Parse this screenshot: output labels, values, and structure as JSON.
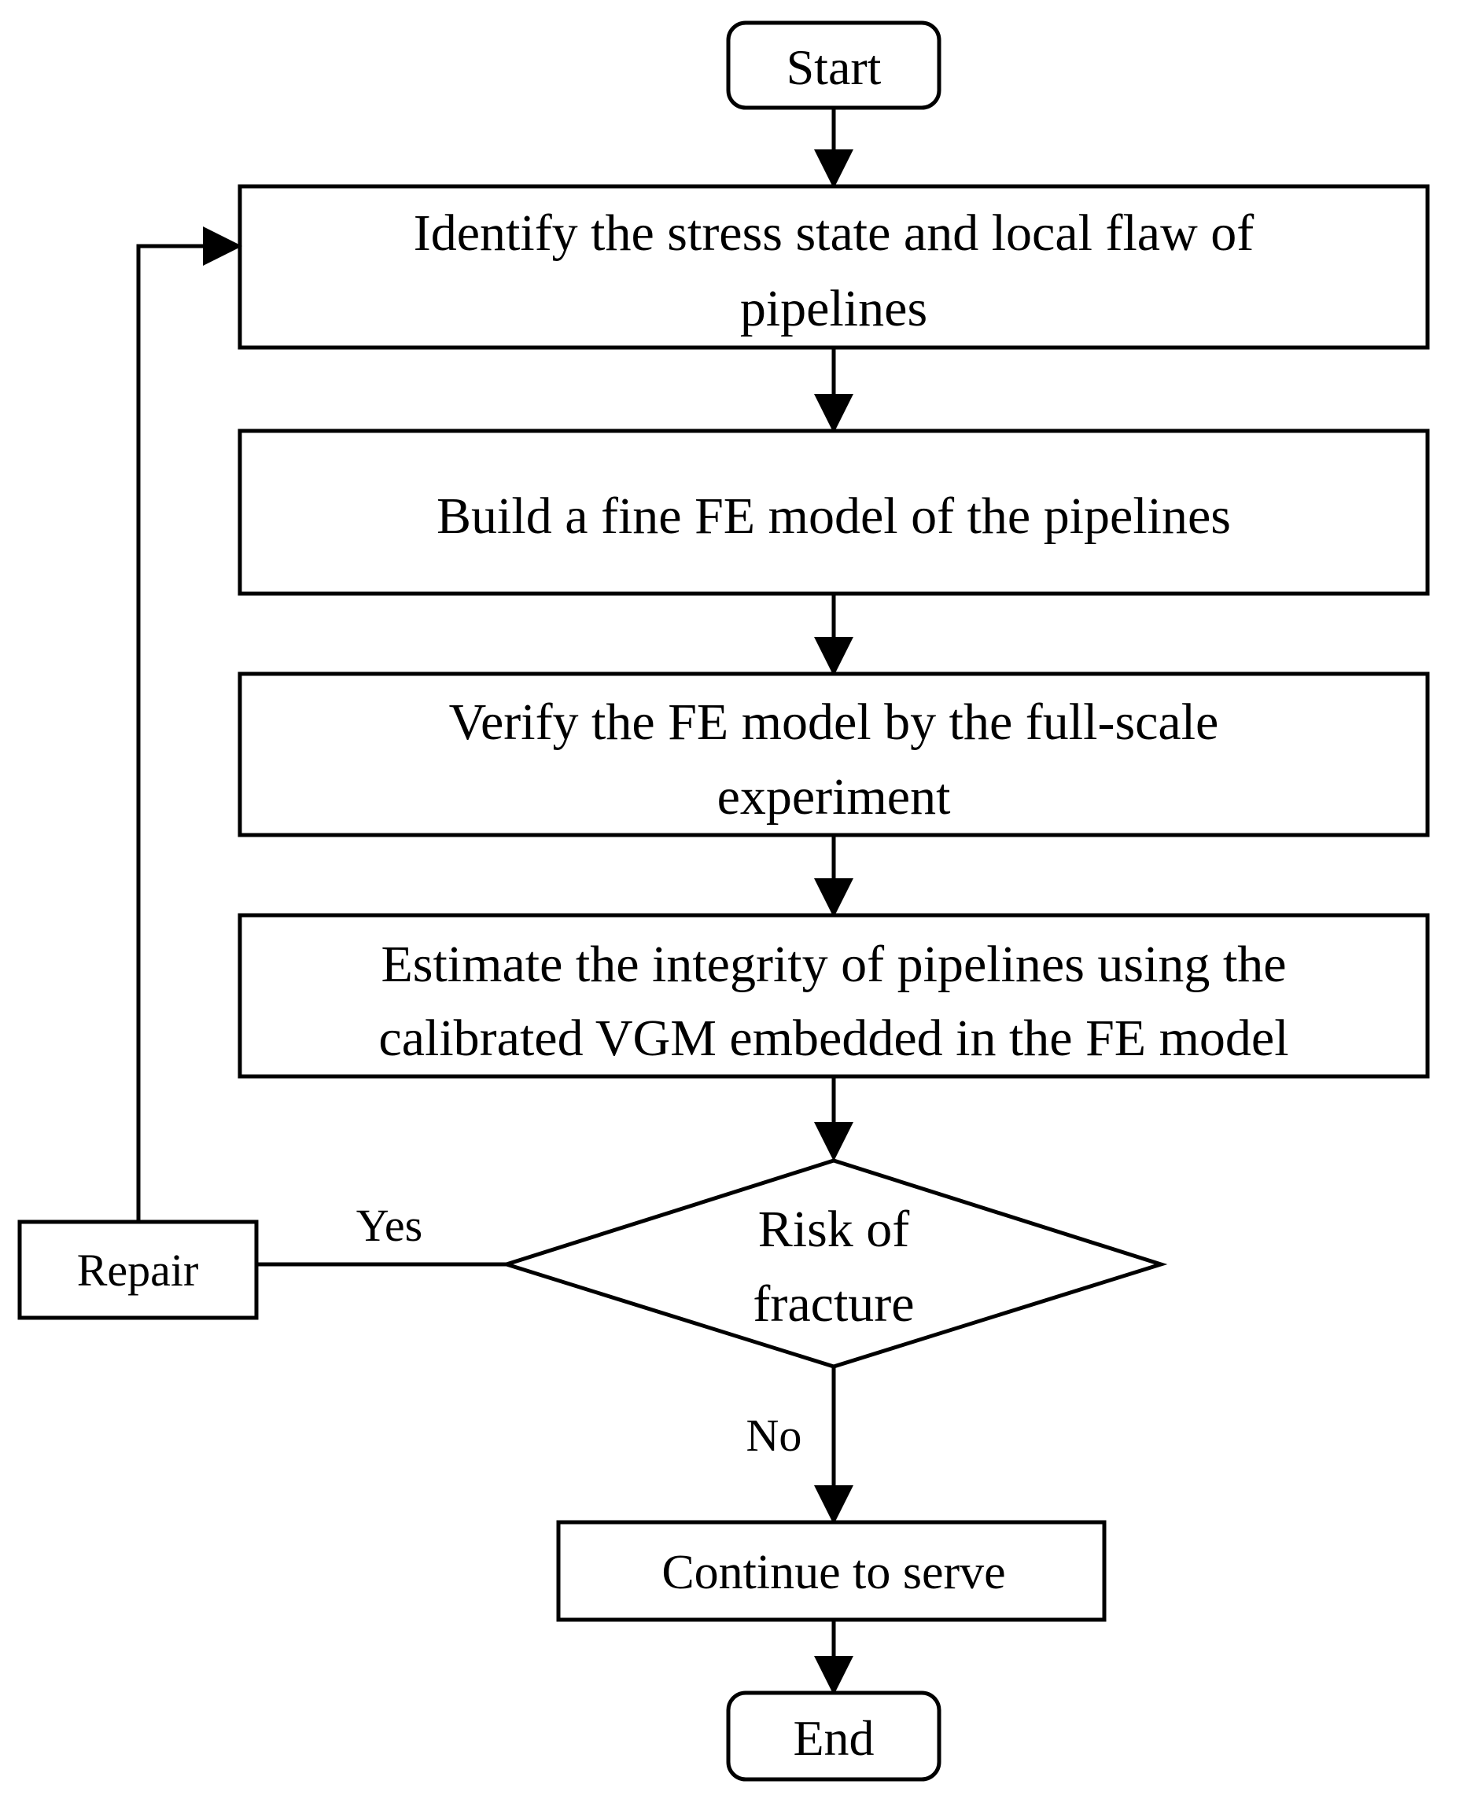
{
  "flowchart": {
    "start": "Start",
    "steps": [
      {
        "line1": "Identify the stress state and local flaw of",
        "line2": "pipelines"
      },
      {
        "line1": "Build a fine FE model of the pipelines"
      },
      {
        "line1": "Verify the FE model by the full-scale",
        "line2": "experiment"
      },
      {
        "line1": "Estimate  the integrity of pipelines using the",
        "line2": "calibrated VGM embedded in the FE model"
      }
    ],
    "decision": {
      "line1": "Risk of",
      "line2": "fracture"
    },
    "yes_label": "Yes",
    "no_label": "No",
    "repair": "Repair",
    "continue": "Continue to serve",
    "end": "End"
  },
  "colors": {
    "stroke": "#000000",
    "fill": "#ffffff"
  }
}
